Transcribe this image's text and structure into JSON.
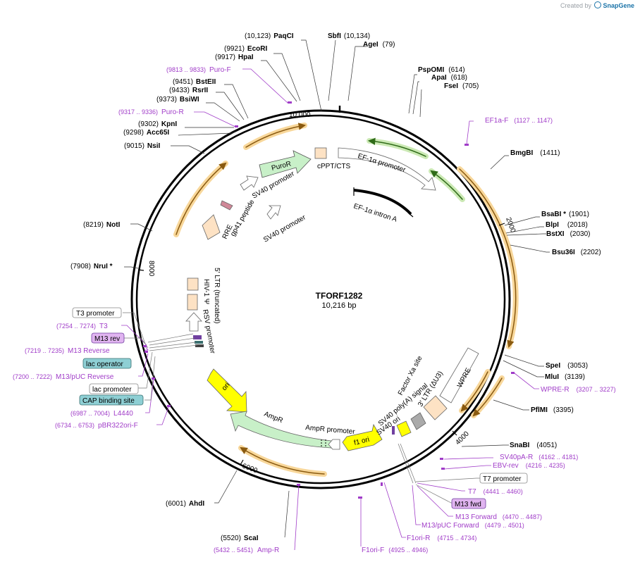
{
  "credit": {
    "prefix": "Created by",
    "brand": "SnapGene"
  },
  "plasmid": {
    "name": "TFORF1282",
    "size_label": "10,216 bp",
    "length": 10216
  },
  "ticks": [
    {
      "bp": 0,
      "label": "10,000",
      "note_bp": 10000
    },
    {
      "bp": 2000,
      "label": "2000"
    },
    {
      "bp": 4000,
      "label": "4000"
    },
    {
      "bp": 6000,
      "label": "6000"
    },
    {
      "bp": 8000,
      "label": "8000"
    }
  ],
  "enzymes": [
    {
      "name": "PaqCI",
      "pos": "(10,123)"
    },
    {
      "name": "SbfI",
      "pos": "(10,134)"
    },
    {
      "name": "EcoRI",
      "pos": "(9921)"
    },
    {
      "name": "AgeI",
      "pos": "(79)"
    },
    {
      "name": "HpaI",
      "pos": "(9917)"
    },
    {
      "name": "PspOMI",
      "pos": "(614)"
    },
    {
      "name": "ApaI",
      "pos": "(618)"
    },
    {
      "name": "FseI",
      "pos": "(705)"
    },
    {
      "name": "BstEII",
      "pos": "(9451)"
    },
    {
      "name": "RsrII",
      "pos": "(9433)"
    },
    {
      "name": "BsiWI",
      "pos": "(9373)"
    },
    {
      "name": "KpnI",
      "pos": "(9302)"
    },
    {
      "name": "Acc65I",
      "pos": "(9298)"
    },
    {
      "name": "NsiI",
      "pos": "(9015)"
    },
    {
      "name": "BmgBI",
      "pos": "(1411)"
    },
    {
      "name": "BsaBI *",
      "pos": "(1901)"
    },
    {
      "name": "BlpI",
      "pos": "(2018)"
    },
    {
      "name": "BstXI",
      "pos": "(2030)"
    },
    {
      "name": "Bsu36I",
      "pos": "(2202)"
    },
    {
      "name": "NotI",
      "pos": "(8219)"
    },
    {
      "name": "NruI *",
      "pos": "(7908)"
    },
    {
      "name": "SpeI",
      "pos": "(3053)"
    },
    {
      "name": "MluI",
      "pos": "(3139)"
    },
    {
      "name": "PflMI",
      "pos": "(3395)"
    },
    {
      "name": "SnaBI",
      "pos": "(4051)"
    },
    {
      "name": "AhdI",
      "pos": "(6001)"
    },
    {
      "name": "ScaI",
      "pos": "(5520)"
    }
  ],
  "primers": [
    {
      "name": "Puro-F",
      "range": "(9813 .. 9833)"
    },
    {
      "name": "Puro-R",
      "range": "(9317 .. 9336)"
    },
    {
      "name": "EF1a-F",
      "range": "(1127 .. 1147)"
    },
    {
      "name": "WPRE-R",
      "range": "(3207 .. 3227)"
    },
    {
      "name": "SV40pA-R",
      "range": "(4162 .. 4181)"
    },
    {
      "name": "EBV-rev",
      "range": "(4216 .. 4235)"
    },
    {
      "name": "T7",
      "range": "(4441 .. 4460)"
    },
    {
      "name": "M13 Forward",
      "range": "(4470 .. 4487)"
    },
    {
      "name": "M13/pUC Forward",
      "range": "(4479 .. 4501)"
    },
    {
      "name": "F1ori-R",
      "range": "(4715 .. 4734)"
    },
    {
      "name": "F1ori-F",
      "range": "(4925 .. 4946)"
    },
    {
      "name": "Amp-R",
      "range": "(5432 .. 5451)"
    },
    {
      "name": "pBR322ori-F",
      "range": "(6734 .. 6753)"
    },
    {
      "name": "L4440",
      "range": "(6987 .. 7004)"
    },
    {
      "name": "M13/pUC Reverse",
      "range": "(7200 .. 7222)"
    },
    {
      "name": "M13 Reverse",
      "range": "(7219 .. 7235)"
    },
    {
      "name": "T3",
      "range": "(7254 .. 7274)"
    }
  ],
  "boxed": [
    {
      "name": "T3 promoter",
      "style": "plain"
    },
    {
      "name": "M13 rev",
      "style": "violet"
    },
    {
      "name": "lac operator",
      "style": "teal"
    },
    {
      "name": "lac promoter",
      "style": "plain"
    },
    {
      "name": "CAP binding site",
      "style": "teal"
    },
    {
      "name": "T7 promoter",
      "style": "plain"
    },
    {
      "name": "M13 fwd",
      "style": "violet"
    }
  ],
  "features": {
    "puror": "PuroR",
    "cppt": "cPPT/CTS",
    "ef1a_promoter": "EF-1α promoter",
    "ef1a_intron": "EF-1α intron A",
    "sv40_promoter_1": "SV40 promoter",
    "sv40_promoter_2": "SV40 promoter",
    "gp41": "gp41 peptide",
    "rre": "RRE",
    "ltr5": "5′ LTR (truncated)",
    "hiv1psi": "HIV-1 Ψ",
    "rsv": "RSV promoter",
    "factor_xa": "Factor Xa site",
    "wpre": "WPRE",
    "ltr3": "3′ LTR (ΔU3)",
    "sv40_polya": "SV40 poly(A) signal",
    "sv40_ori": "SV40 ori",
    "f1_ori": "f1 ori",
    "ampr_promoter": "AmpR promoter",
    "ampr": "AmpR",
    "ori": "ori"
  },
  "colors": {
    "enzyme": "#000000",
    "primer": "#a03cc8",
    "orf_orange": "#f0b441",
    "orf_green": "#9fd37a",
    "puror_fill": "#c8f0c8",
    "ampr_fill": "#c8f0c8",
    "ori_fill": "#ffff00",
    "ltr_fill": "#fde2c4",
    "teal_box": "#8ecfd4",
    "violet_box": "#e0b4f0"
  }
}
